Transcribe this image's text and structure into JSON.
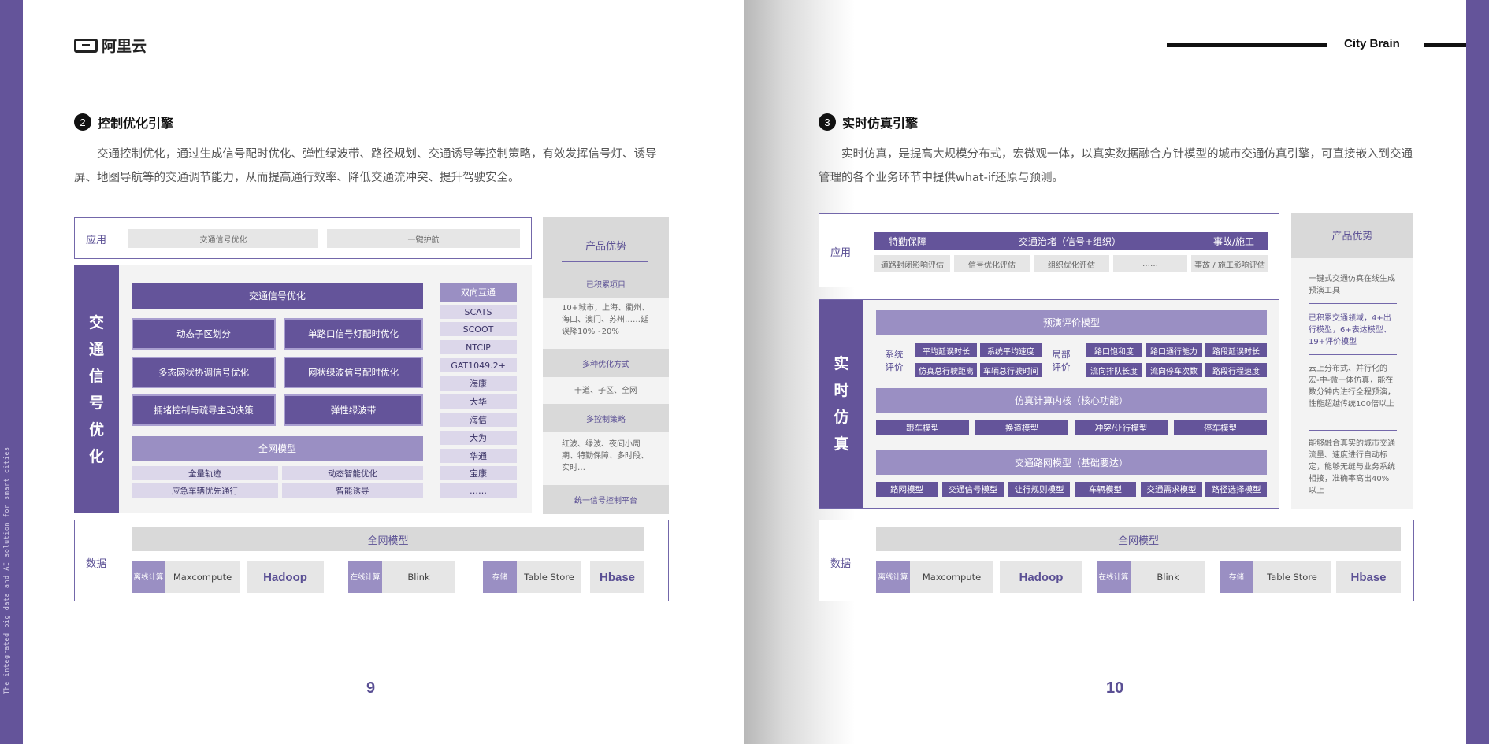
{
  "sidebar_vertical_text": "The integrated big data and AI solution for smart cities",
  "header": {
    "logo_text": "阿里云",
    "right_title": "City Brain"
  },
  "left_page": {
    "section_num": "2",
    "section_title": "控制优化引擎",
    "paragraph": "交通控制优化，通过生成信号配时优化、弹性绿波带、路径规划、交通诱导等控制策略，有效发挥信号灯、诱导屏、地图导航等的交通调节能力，从而提高通行效率、降低交通流冲突、提升驾驶安全。",
    "app_label": "应用",
    "app_items": [
      "交通信号优化",
      "一键护航"
    ],
    "main_vertical": [
      "交",
      "通",
      "信",
      "号",
      "优",
      "化"
    ],
    "signal_header": "交通信号优化",
    "signal_buttons": [
      "动态子区划分",
      "单路口信号灯配时优化",
      "多态网状协调信号优化",
      "网状绿波信号配时优化",
      "拥堵控制与疏导主动决策",
      "弹性绿波带"
    ],
    "network_model": "全网模型",
    "network_items": [
      "全量轨迹",
      "动态智能优化",
      "应急车辆优先通行",
      "智能诱导"
    ],
    "interop_header": "双向互通",
    "interop_items": [
      "SCATS",
      "SCOOT",
      "NTCIP",
      "GAT1049.2+",
      "海康",
      "大华",
      "海信",
      "大为",
      "华通",
      "宝康",
      "……"
    ],
    "panel_title": "产品优势",
    "panel_sections": [
      {
        "bar": "已积累项目",
        "text": "10+城市，上海、衢州、海口、澳门、苏州……延误降10%~20%"
      },
      {
        "bar": "多种优化方式",
        "text": "干道、子区、全网"
      },
      {
        "bar": "多控制策略",
        "text": "红波、绿波、夜间小周期、特勤保障、多时段、实时…"
      },
      {
        "bar": "统一信号控制平台",
        "text": ""
      }
    ],
    "data_label": "数据",
    "page_number": "9"
  },
  "right_page": {
    "section_num": "3",
    "section_title": "实时仿真引擎",
    "paragraph": "实时仿真，是提高大规模分布式，宏微观一体，以真实数据融合方针模型的城市交通仿真引擎，可直接嵌入到交通管理的各个业务环节中提供what-if还原与预测。",
    "app_label": "应用",
    "app_header": [
      "特勤保障",
      "交通治堵（信号+组织）",
      "事故/施工"
    ],
    "app_items": [
      "道路封闭影响评估",
      "信号优化评估",
      "组织优化评估",
      "……",
      "事故 / 施工影响评估"
    ],
    "main_vertical": [
      "实",
      "时",
      "仿",
      "真"
    ],
    "eval_header": "预演评价模型",
    "sys_eval_label": "系统评价",
    "sys_eval_items": [
      "平均延误时长",
      "系统平均速度",
      "仿真总行驶距离",
      "车辆总行驶时间"
    ],
    "local_eval_label": "局部评价",
    "local_eval_items": [
      "路口饱和度",
      "路口通行能力",
      "路段延误时长",
      "流向排队长度",
      "流向停车次数",
      "路段行程速度"
    ],
    "kernel_header": "仿真计算内核（核心功能）",
    "kernel_items": [
      "跟车模型",
      "换道模型",
      "冲突/让行模型",
      "停车模型"
    ],
    "road_header": "交通路网模型（基础要达）",
    "road_items": [
      "路网模型",
      "交通信号模型",
      "让行规则模型",
      "车辆模型",
      "交通需求模型",
      "路径选择模型"
    ],
    "panel_title": "产品优势",
    "panel_texts": [
      "一键式交通仿真在线生成预演工具",
      "已积累交通领域，4+出行模型，6+表达模型、19+评价模型",
      "云上分布式、并行化的宏-中-微一体仿真，能在数分钟内进行全程预演，性能超越传统100倍以上",
      "能够融合真实的城市交通流量、速度进行自动标定，能够无缝与业务系统相接，准确率高出40%以上"
    ],
    "data_label": "数据",
    "page_number": "10"
  },
  "data_layer": {
    "model": "全网模型",
    "offline_tag": "离线计算",
    "maxcompute": "Maxcompute",
    "hadoop": "Hadoop",
    "online_tag": "在线计算",
    "blink": "Blink",
    "storage_tag": "存储",
    "tablestore": "Table Store",
    "hbase": "Hbase"
  }
}
